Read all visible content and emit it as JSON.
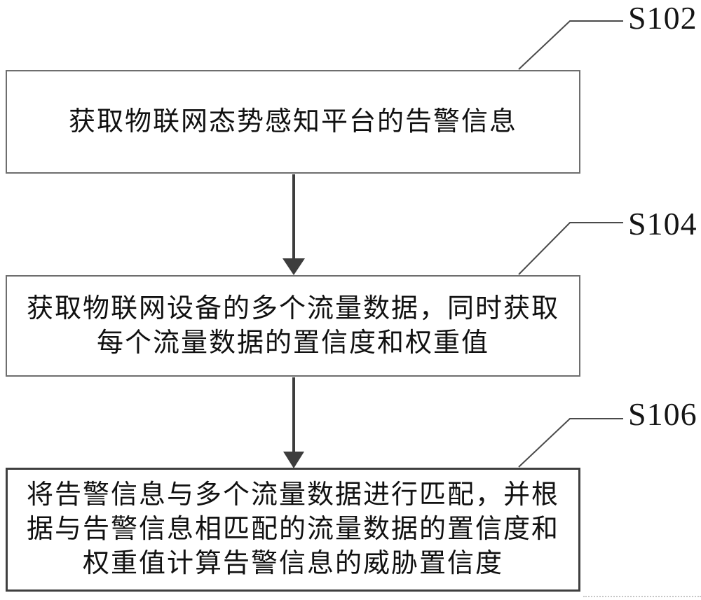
{
  "colors": {
    "background": "#ffffff",
    "ink": "#111111",
    "box_border": "#6e6e6e",
    "connector": "#3d3d3d"
  },
  "flowchart": {
    "steps": [
      {
        "label": "S102",
        "lines": [
          "获取物联网态势感知平台的告警信息"
        ]
      },
      {
        "label": "S104",
        "lines": [
          "获取物联网设备的多个流量数据，同时获取",
          "每个流量数据的置信度和权重值"
        ]
      },
      {
        "label": "S106",
        "lines": [
          "将告警信息与多个流量数据进行匹配，并根",
          "据与告警信息相匹配的流量数据的置信度和",
          "权重值计算告警信息的威胁置信度"
        ]
      }
    ]
  }
}
